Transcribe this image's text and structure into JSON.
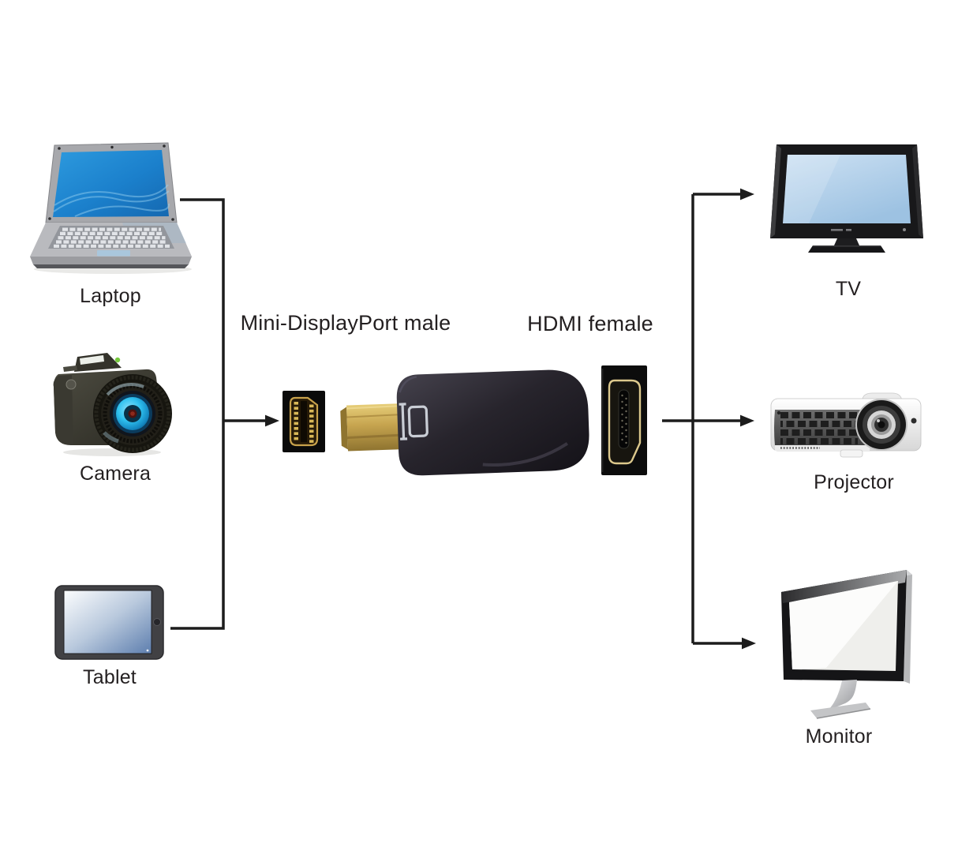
{
  "sources": [
    {
      "label": "Laptop"
    },
    {
      "label": "Camera"
    },
    {
      "label": "Tablet"
    }
  ],
  "adapter": {
    "input_label": "Mini-DisplayPort male",
    "output_label": "HDMI female"
  },
  "outputs": [
    {
      "label": "TV"
    },
    {
      "label": "Projector"
    },
    {
      "label": "Monitor"
    }
  ],
  "connections": [
    {
      "from": "Laptop",
      "to": "Adapter"
    },
    {
      "from": "Camera",
      "to": "Adapter"
    },
    {
      "from": "Tablet",
      "to": "Adapter"
    },
    {
      "from": "Adapter",
      "to": "TV"
    },
    {
      "from": "Adapter",
      "to": "Projector"
    },
    {
      "from": "Adapter",
      "to": "Monitor"
    }
  ],
  "colors": {
    "background": "#ffffff",
    "line": "#1c1c1c",
    "text": "#231f20",
    "connector_gold": "#c9a54e",
    "adapter_body": "#211f26",
    "laptop_screen_blue": "#1b84d6",
    "camera_lens_cyan": "#2fc1ef",
    "tv_screen_blue": "#b5cfe8",
    "tablet_screen_blue": "#5c7fae"
  }
}
